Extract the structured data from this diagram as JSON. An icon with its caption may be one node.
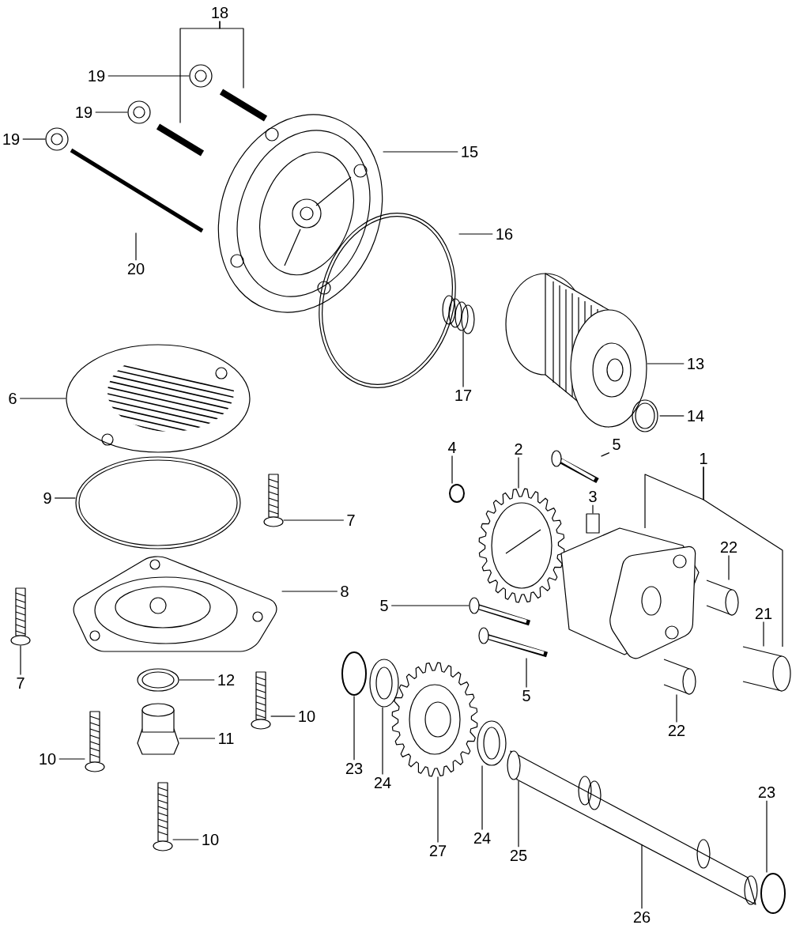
{
  "diagram": {
    "nodes": [
      {
        "text": [
          "18"
        ]
      },
      {
        "text": [
          "19"
        ]
      },
      {
        "text": [
          "19"
        ]
      },
      {
        "text": [
          "19"
        ]
      },
      {
        "text": [
          "15"
        ]
      },
      {
        "text": [
          "16"
        ]
      },
      {
        "text": [
          "20"
        ]
      },
      {
        "text": [
          "13"
        ]
      },
      {
        "text": [
          "17"
        ]
      },
      {
        "text": [
          "6"
        ]
      },
      {
        "text": [
          "14"
        ]
      },
      {
        "text": [
          "4"
        ]
      },
      {
        "text": [
          "2"
        ]
      },
      {
        "text": [
          "5"
        ]
      },
      {
        "text": [
          "1"
        ]
      },
      {
        "text": [
          "3"
        ]
      },
      {
        "text": [
          "9"
        ]
      },
      {
        "text": [
          "7"
        ]
      },
      {
        "text": [
          "22"
        ]
      },
      {
        "text": [
          "8"
        ]
      },
      {
        "text": [
          "5"
        ]
      },
      {
        "text": [
          "21"
        ]
      },
      {
        "text": [
          "7"
        ]
      },
      {
        "text": [
          "12"
        ]
      },
      {
        "text": [
          "5"
        ]
      },
      {
        "text": [
          "10"
        ]
      },
      {
        "text": [
          "22"
        ]
      },
      {
        "text": [
          "11"
        ]
      },
      {
        "text": [
          "10"
        ]
      },
      {
        "text": [
          "23"
        ]
      },
      {
        "text": [
          "24"
        ]
      },
      {
        "text": [
          "23"
        ]
      },
      {
        "text": [
          "24"
        ]
      },
      {
        "text": [
          "10"
        ]
      },
      {
        "text": [
          "27"
        ]
      },
      {
        "text": [
          "25"
        ]
      },
      {
        "text": [
          "26"
        ]
      },
      {
        "text": [],
        "shape": "picture"
      },
      {
        "text": [],
        "shape": "picture"
      },
      {
        "text": [],
        "shape": "picture"
      },
      {
        "text": [],
        "shape": "picture"
      },
      {
        "text": [],
        "shape": "picture"
      },
      {
        "text": [],
        "shape": "picture"
      },
      {
        "text": [],
        "shape": "picture"
      },
      {
        "text": [],
        "shape": "picture"
      },
      {
        "text": [],
        "shape": "picture"
      },
      {
        "text": [],
        "shape": "picture"
      },
      {
        "text": [],
        "shape": "picture"
      },
      {
        "text": [],
        "shape": "picture"
      },
      {
        "text": [],
        "shape": "picture"
      },
      {
        "text": [],
        "shape": "picture"
      },
      {
        "text": [],
        "shape": "picture"
      },
      {
        "text": [],
        "shape": "picture"
      },
      {
        "text": [],
        "shape": "picture"
      },
      {
        "text": [],
        "shape": "picture"
      },
      {
        "text": [],
        "shape": "picture"
      },
      {
        "text": [],
        "shape": "picture"
      },
      {
        "text": [],
        "shape": "picture"
      },
      {
        "text": [],
        "shape": "picture"
      },
      {
        "text": [],
        "shape": "picture"
      },
      {
        "text": [],
        "shape": "picture"
      },
      {
        "text": [],
        "shape": "cylinder"
      },
      {
        "text": [],
        "shape": "cylinder"
      },
      {
        "text": [],
        "shape": "cylinder"
      },
      {
        "text": [],
        "shape": "box"
      },
      {
        "text": [],
        "shape": "circle"
      },
      {
        "text": [],
        "shape": "picture"
      },
      {
        "text": [],
        "shape": "picture"
      },
      {
        "text": [],
        "shape": "picture"
      },
      {
        "text": [],
        "shape": "picture"
      },
      {
        "text": [],
        "shape": "picture"
      },
      {
        "text": [],
        "shape": "circle"
      },
      {
        "text": [],
        "shape": "circle"
      },
      {
        "text": [],
        "shape": "picture"
      }
    ],
    "edges": [
      {
        "from": 0,
        "to": 37,
        "arrow": "none"
      },
      {
        "from": 0,
        "to": 38,
        "arrow": "none"
      },
      {
        "from": 1,
        "to": 39,
        "arrow": "none"
      },
      {
        "from": 2,
        "to": 40,
        "arrow": "none"
      },
      {
        "from": 3,
        "to": 41,
        "arrow": "none"
      },
      {
        "from": 4,
        "to": 43,
        "arrow": "none"
      },
      {
        "from": 5,
        "to": 44,
        "arrow": "none"
      },
      {
        "from": 6,
        "to": 42,
        "arrow": "none"
      },
      {
        "from": 7,
        "to": 46,
        "arrow": "none"
      },
      {
        "from": 8,
        "to": 45,
        "arrow": "none"
      },
      {
        "from": 9,
        "to": 48,
        "arrow": "none"
      },
      {
        "from": 10,
        "to": 47,
        "arrow": "none"
      },
      {
        "from": 11,
        "to": 65,
        "arrow": "none"
      },
      {
        "from": 12,
        "to": 58,
        "arrow": "none"
      },
      {
        "from": 13,
        "to": 66,
        "arrow": "none"
      },
      {
        "from": 14,
        "to": 60,
        "arrow": "none"
      },
      {
        "from": 14,
        "to": 63,
        "arrow": "none"
      },
      {
        "from": 15,
        "to": 64,
        "arrow": "none"
      },
      {
        "from": 16,
        "to": 49,
        "arrow": "none"
      },
      {
        "from": 17,
        "to": 51,
        "arrow": "none"
      },
      {
        "from": 18,
        "to": 61,
        "arrow": "none"
      },
      {
        "from": 19,
        "to": 50,
        "arrow": "none"
      },
      {
        "from": 20,
        "to": 67,
        "arrow": "none"
      },
      {
        "from": 21,
        "to": 63,
        "arrow": "none"
      },
      {
        "from": 22,
        "to": 52,
        "arrow": "none"
      },
      {
        "from": 23,
        "to": 56,
        "arrow": "none"
      },
      {
        "from": 24,
        "to": 68,
        "arrow": "none"
      },
      {
        "from": 25,
        "to": 53,
        "arrow": "none"
      },
      {
        "from": 26,
        "to": 62,
        "arrow": "none"
      },
      {
        "from": 27,
        "to": 57,
        "arrow": "none"
      },
      {
        "from": 28,
        "to": 54,
        "arrow": "none"
      },
      {
        "from": 29,
        "to": 71,
        "arrow": "none"
      },
      {
        "from": 30,
        "to": 69,
        "arrow": "none"
      },
      {
        "from": 31,
        "to": 72,
        "arrow": "none"
      },
      {
        "from": 32,
        "to": 70,
        "arrow": "none"
      },
      {
        "from": 33,
        "to": 55,
        "arrow": "none"
      },
      {
        "from": 34,
        "to": 59,
        "arrow": "none"
      },
      {
        "from": 35,
        "to": 73,
        "arrow": "none"
      },
      {
        "from": 36,
        "to": 73,
        "arrow": "none"
      }
    ]
  }
}
